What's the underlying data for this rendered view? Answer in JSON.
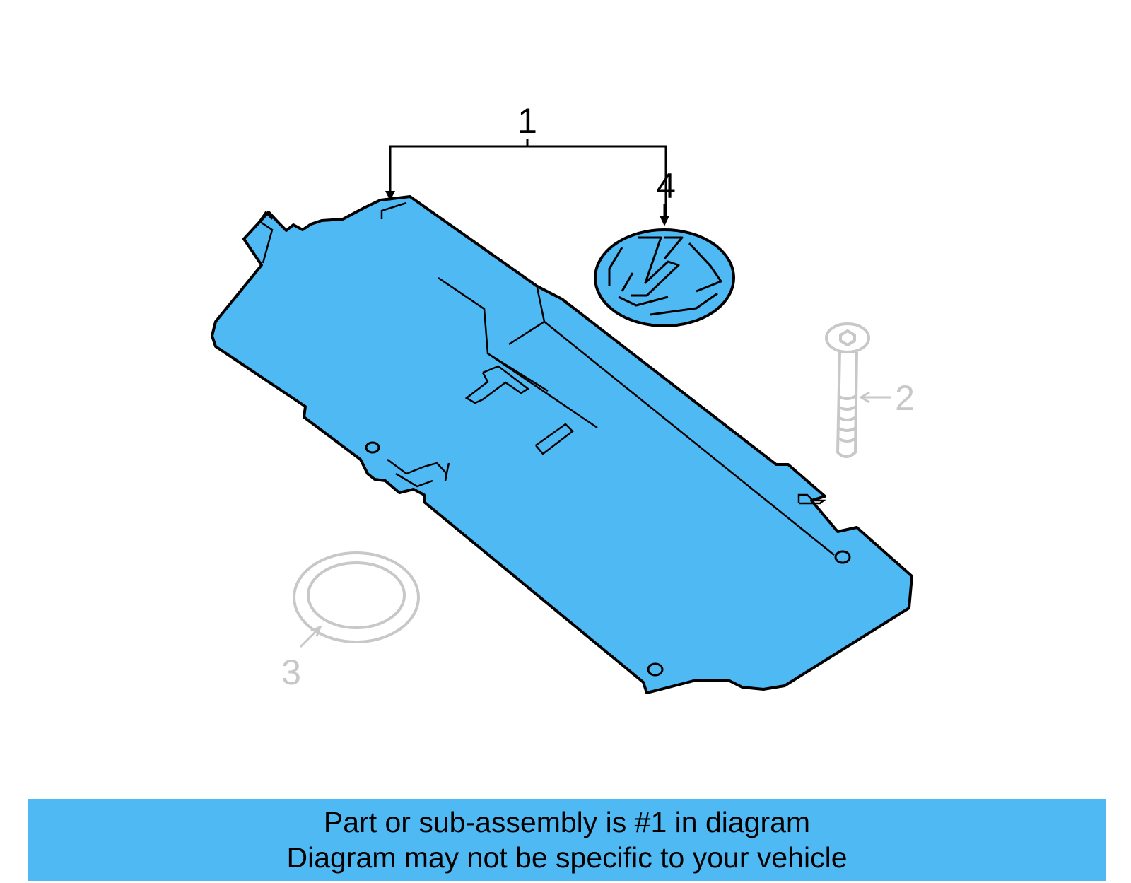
{
  "colors": {
    "highlight": "#4fb9f4",
    "outline": "#000000",
    "faded": "#c8c8c8"
  },
  "callouts": {
    "c1": "1",
    "c2": "2",
    "c3": "3",
    "c4": "4"
  },
  "banner": {
    "line1": "Part or sub-assembly is #1 in diagram",
    "line2": "Diagram may not be specific to your vehicle"
  }
}
